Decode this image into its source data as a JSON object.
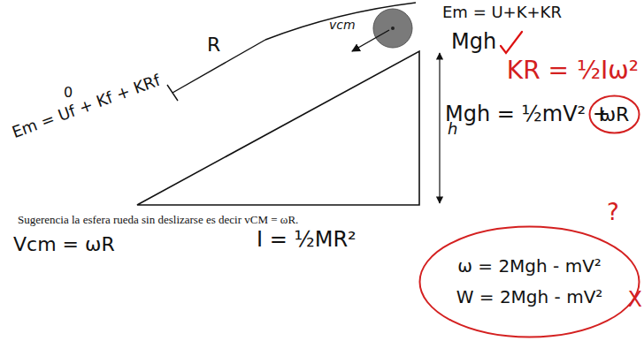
{
  "diagram": {
    "nodes": [
      {
        "text": [
          "ω = 2Mgh - mV²",
          "W = 2Mgh - mV²"
        ]
      },
      {
        "text": [
          "ωR"
        ]
      }
    ],
    "labels": [
      "Em = U+K+KR",
      "R",
      "vcm",
      "Mgh",
      "KR = ½Iω²",
      "Mgh = ½mV² +",
      "0",
      "Em = Uf + Kf + KRf",
      "h",
      "Sugerencia la esfera rueda sin deslizarse es decir vCM = ωR.",
      "Vcm = ωR",
      "I = ½MR²",
      "?",
      "X"
    ]
  }
}
